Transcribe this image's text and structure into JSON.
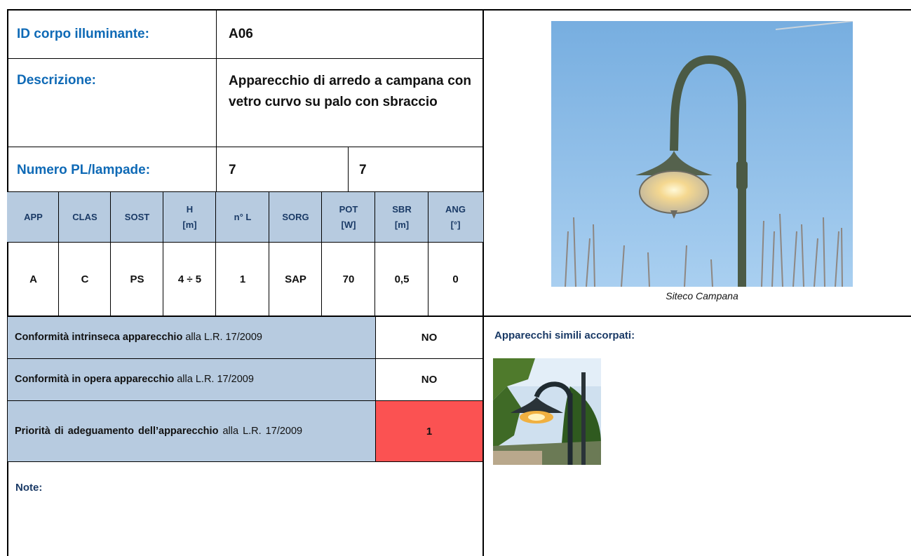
{
  "top": {
    "id_label": "ID corpo illuminante:",
    "id_value": "A06",
    "descr_label": "Descrizione:",
    "descr_value": "Apparecchio di arredo a campana con vetro curvo su palo con sbraccio",
    "numero_label": "Numero PL/lampade:",
    "numero_pl": "7",
    "numero_lampade": "7"
  },
  "columns": [
    {
      "l1": "APP",
      "l2": ""
    },
    {
      "l1": "CLAS",
      "l2": ""
    },
    {
      "l1": "SOST",
      "l2": ""
    },
    {
      "l1": "H",
      "l2": "[m]"
    },
    {
      "l1": "n° L",
      "l2": ""
    },
    {
      "l1": "SORG",
      "l2": ""
    },
    {
      "l1": "POT",
      "l2": "[W]"
    },
    {
      "l1": "SBR",
      "l2": "[m]"
    },
    {
      "l1": "ANG",
      "l2": "[°]"
    }
  ],
  "values": [
    "A",
    "C",
    "PS",
    "4 ÷ 5",
    "1",
    "SAP",
    "70",
    "0,5",
    "0"
  ],
  "conformity": [
    {
      "bold": "Conformità intrinseca apparecchio",
      "rest": " alla L.R. 17/2009",
      "value": "NO"
    },
    {
      "bold": "Conformità in opera apparecchio",
      "rest": " alla L.R. 17/2009",
      "value": "NO"
    },
    {
      "bold": "Priorità di adeguamento dell’apparecchio",
      "rest": " alla L.R. 17/2009",
      "value": "1"
    }
  ],
  "notes_label": "Note:",
  "photo_caption": "Siteco Campana",
  "similar_label": "Apparecchi simili accorpati:",
  "colors": {
    "label_blue": "#0f6ab6",
    "header_fill": "#b7cbe0",
    "priority_red": "#fb5252",
    "navy": "#1a3a66"
  }
}
